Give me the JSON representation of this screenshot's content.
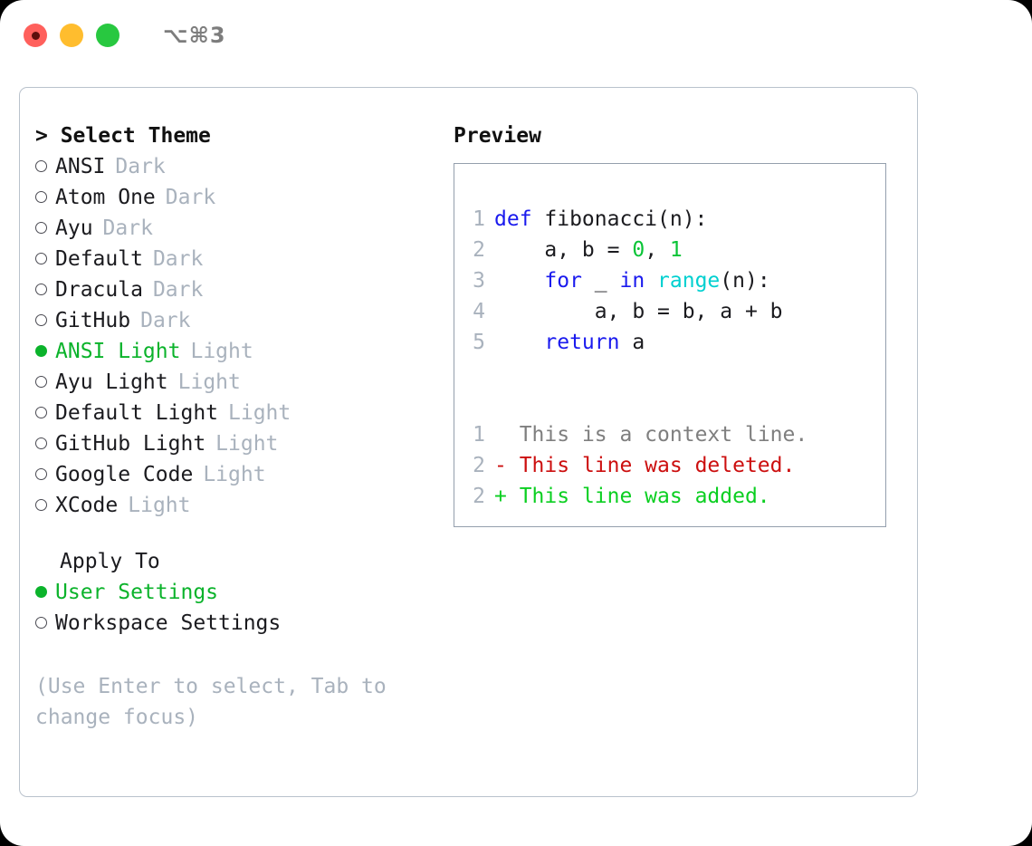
{
  "titlebar": {
    "shortcut": "⌥⌘3",
    "buttons": [
      {
        "name": "close",
        "color": "#ff605c"
      },
      {
        "name": "minimize",
        "color": "#ffbd2e"
      },
      {
        "name": "zoom",
        "color": "#28c840"
      }
    ]
  },
  "theme_selector": {
    "header": "> Select Theme",
    "items": [
      {
        "name": "ANSI",
        "kind": "Dark",
        "selected": false
      },
      {
        "name": "Atom One",
        "kind": "Dark",
        "selected": false
      },
      {
        "name": "Ayu",
        "kind": "Dark",
        "selected": false
      },
      {
        "name": "Default",
        "kind": "Dark",
        "selected": false
      },
      {
        "name": "Dracula",
        "kind": "Dark",
        "selected": false
      },
      {
        "name": "GitHub",
        "kind": "Dark",
        "selected": false
      },
      {
        "name": "ANSI Light",
        "kind": "Light",
        "selected": true
      },
      {
        "name": "Ayu Light",
        "kind": "Light",
        "selected": false
      },
      {
        "name": "Default Light",
        "kind": "Light",
        "selected": false
      },
      {
        "name": "GitHub Light",
        "kind": "Light",
        "selected": false
      },
      {
        "name": "Google Code",
        "kind": "Light",
        "selected": false
      },
      {
        "name": "XCode",
        "kind": "Light",
        "selected": false
      }
    ]
  },
  "apply_to": {
    "title": "Apply To",
    "options": [
      {
        "label": "User Settings",
        "selected": true
      },
      {
        "label": "Workspace Settings",
        "selected": false
      }
    ]
  },
  "hint": "(Use Enter to select, Tab to change focus)",
  "preview": {
    "title": "Preview",
    "code_lines": [
      {
        "ln": "1",
        "tokens": [
          {
            "t": "def ",
            "c": "kw"
          },
          {
            "t": "fibonacci(n):",
            "c": "plain"
          }
        ]
      },
      {
        "ln": "2",
        "tokens": [
          {
            "t": "    a, b = ",
            "c": "plain"
          },
          {
            "t": "0",
            "c": "num"
          },
          {
            "t": ", ",
            "c": "plain"
          },
          {
            "t": "1",
            "c": "num"
          }
        ]
      },
      {
        "ln": "3",
        "tokens": [
          {
            "t": "    ",
            "c": "plain"
          },
          {
            "t": "for",
            "c": "kw"
          },
          {
            "t": " _ ",
            "c": "plain"
          },
          {
            "t": "in",
            "c": "kw"
          },
          {
            "t": " ",
            "c": "plain"
          },
          {
            "t": "range",
            "c": "fn"
          },
          {
            "t": "(n):",
            "c": "plain"
          }
        ]
      },
      {
        "ln": "4",
        "tokens": [
          {
            "t": "        a, b = b, a + b",
            "c": "plain"
          }
        ]
      },
      {
        "ln": "5",
        "tokens": [
          {
            "t": "    ",
            "c": "plain"
          },
          {
            "t": "return",
            "c": "kw"
          },
          {
            "t": " a",
            "c": "plain"
          }
        ]
      }
    ],
    "diff_lines": [
      {
        "ln": "1",
        "marker": "  ",
        "text": "This is a context line.",
        "type": "context"
      },
      {
        "ln": "2",
        "marker": "- ",
        "text": "This line was deleted.",
        "type": "del"
      },
      {
        "ln": "2",
        "marker": "+ ",
        "text": "This line was added.",
        "type": "add"
      }
    ]
  },
  "colors": {
    "accent_green": "#0bb32b",
    "muted": "#a9b2bd",
    "keyword_blue": "#1a1aee",
    "function_cyan": "#00d0d0",
    "number_green": "#09c436",
    "diff_delete_red": "#cc0f0f",
    "diff_add_green": "#0bcf21",
    "panel_border": "#b9c2cc",
    "preview_border": "#949fad"
  }
}
